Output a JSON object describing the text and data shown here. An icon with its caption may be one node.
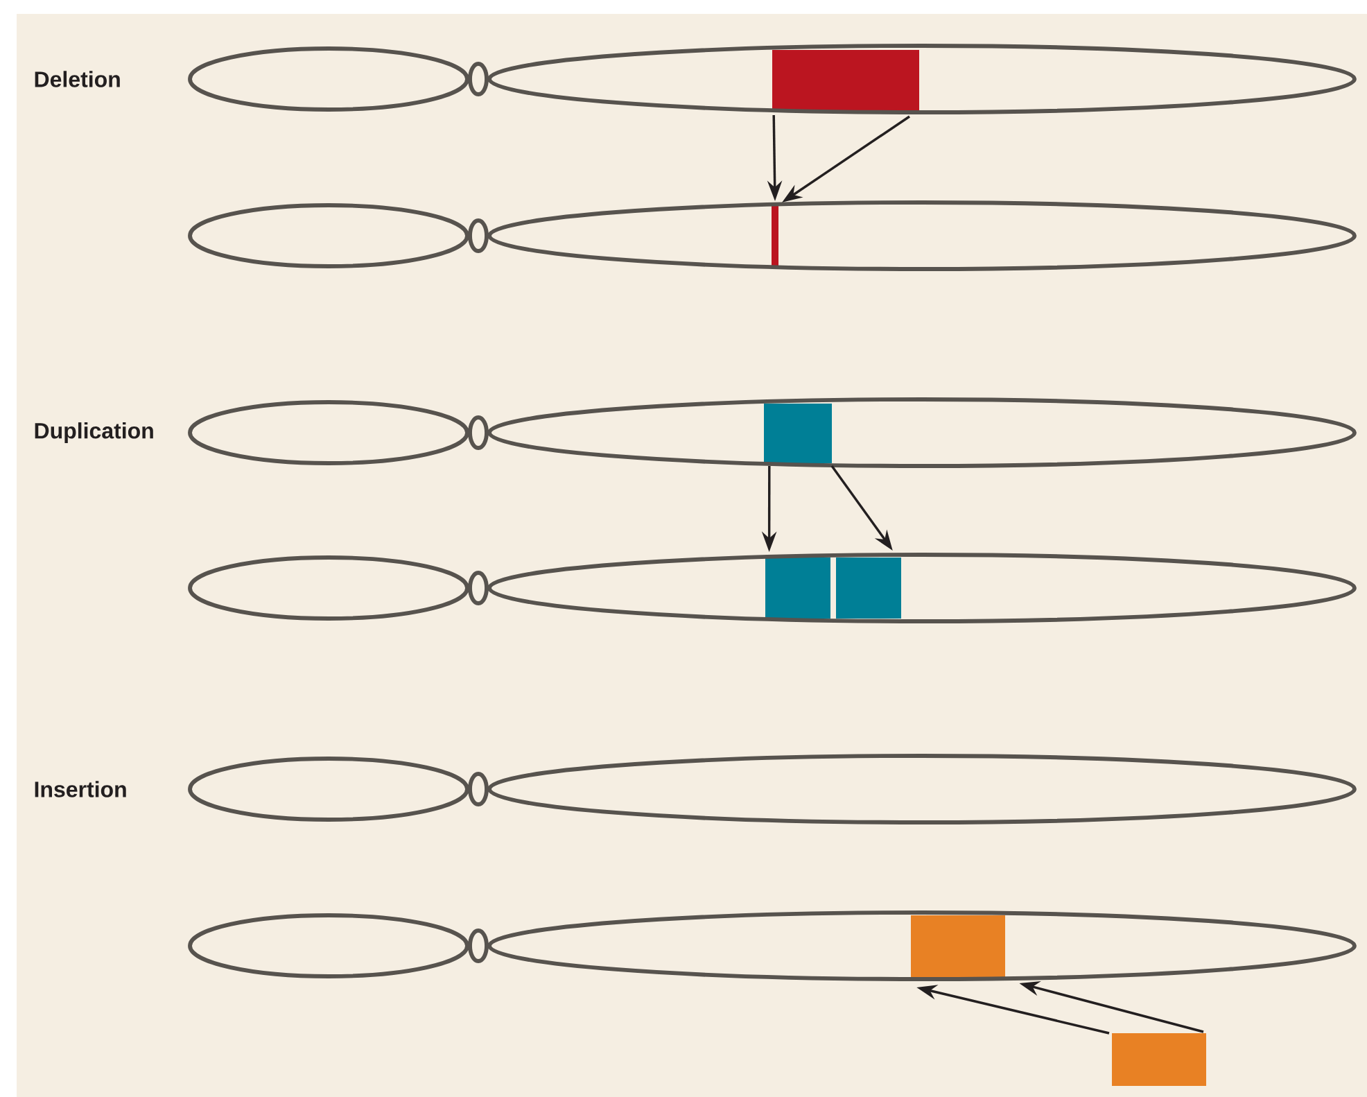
{
  "diagram": {
    "nodes": [
      {
        "text": [],
        "shape": "box"
      },
      {
        "text": [],
        "shape": "bar"
      },
      {
        "text": [],
        "shape": "box"
      },
      {
        "text": [],
        "shape": "box"
      },
      {
        "text": [],
        "shape": "box"
      },
      {
        "text": [],
        "shape": "box"
      },
      {
        "text": [],
        "shape": "box"
      }
    ],
    "edges": [
      {
        "from": 0,
        "to": 1,
        "arrow": "to"
      },
      {
        "from": 0,
        "to": 1,
        "arrow": "to"
      },
      {
        "from": 2,
        "to": 3,
        "arrow": "to"
      },
      {
        "from": 2,
        "to": 4,
        "arrow": "to"
      },
      {
        "from": 6,
        "to": 5,
        "arrow": "to"
      },
      {
        "from": 6,
        "to": 5,
        "arrow": "to"
      }
    ],
    "labels": [
      "Deletion",
      "Duplication",
      "Insertion"
    ]
  }
}
